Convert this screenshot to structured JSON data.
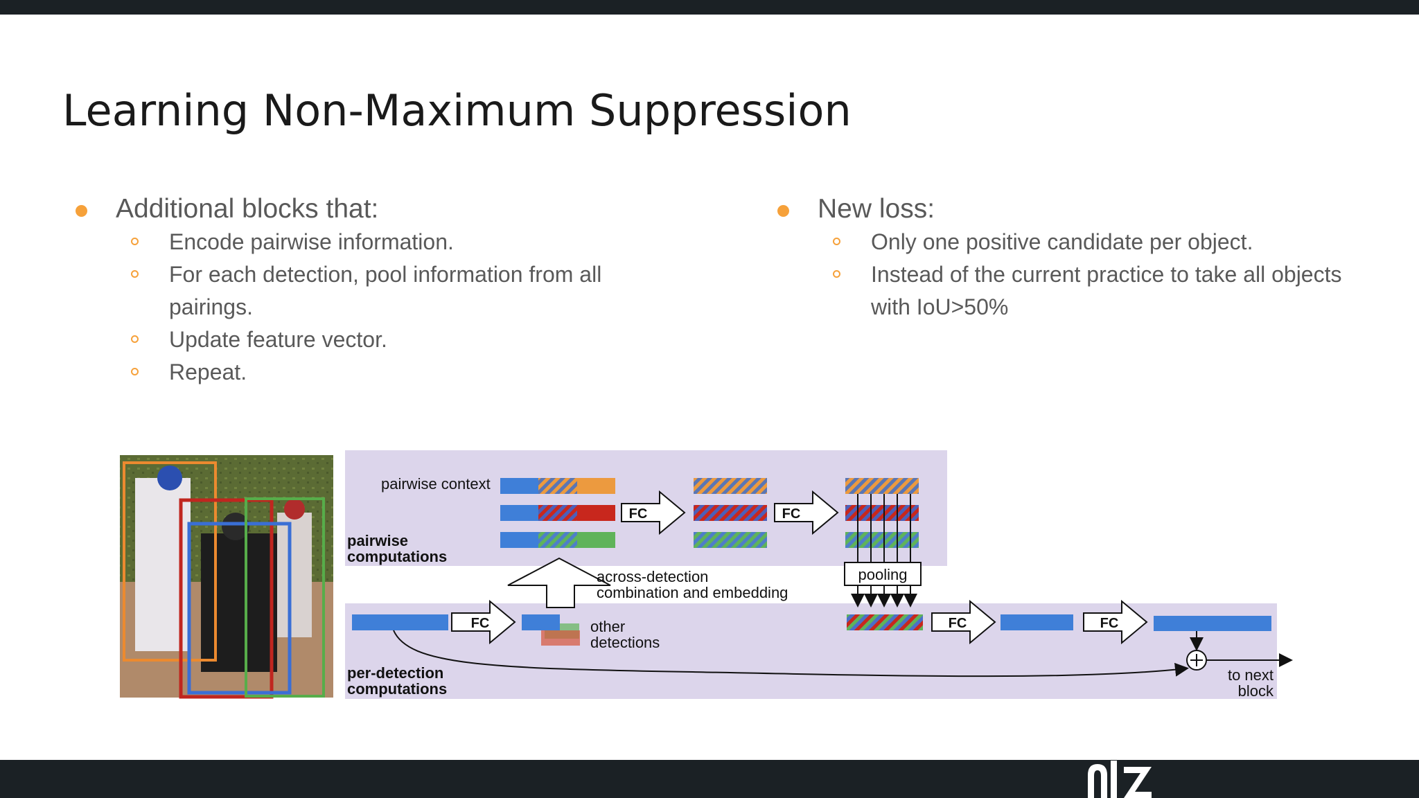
{
  "slide": {
    "title": "Learning Non-Maximum Suppression"
  },
  "left_bullet": {
    "heading": "Additional blocks that:",
    "items": [
      "Encode pairwise information.",
      "For each detection, pool information from all pairings.",
      "Update feature vector.",
      "Repeat."
    ]
  },
  "right_bullet": {
    "heading": "New loss:",
    "items": [
      "Only one positive candidate per object.",
      "Instead of the current practice to take all objects with IoU>50%"
    ]
  },
  "figure": {
    "pairwise_context": "pairwise context",
    "pairwise_computations_1": "pairwise",
    "pairwise_computations_2": "computations",
    "fc": "FC",
    "pooling": "pooling",
    "across_1": "across-detection",
    "across_2": "combination and embedding",
    "other_1": "other",
    "other_2": "detections",
    "perdet_1": "per-detection",
    "perdet_2": "computations",
    "next_1": "to next",
    "next_2": "block"
  },
  "colors": {
    "accent_bullet": "#f6a13a",
    "bar_blue": "#3f7fd8",
    "orange": "#ec9a3f",
    "red": "#c8271d",
    "green": "#5fb35a",
    "panel": "#dcd5eb"
  }
}
